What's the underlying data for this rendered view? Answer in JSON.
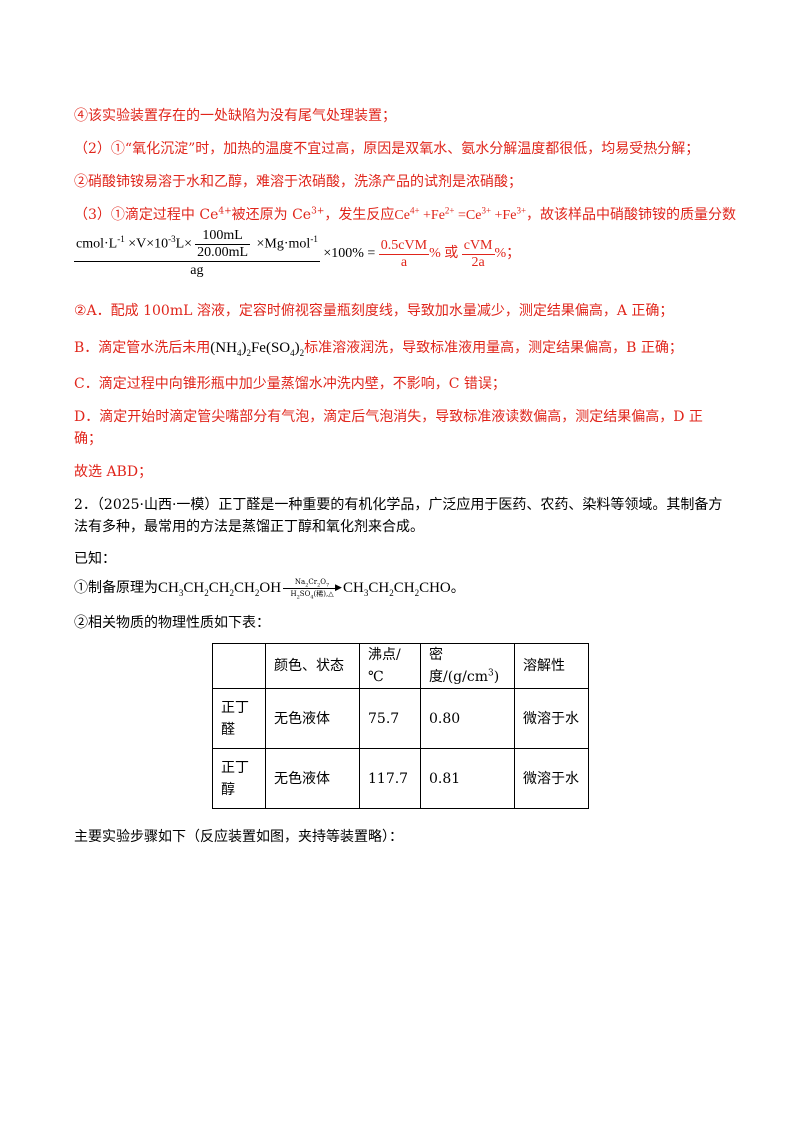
{
  "answer": {
    "l1": "④该实验装置存在的一处缺陷为没有尾气处理装置；",
    "l2": "（2）①“氧化沉淀”时，加热的温度不宜过高，原因是双氧水、氨水分解温度都很低，均易受热分解；",
    "l3": "②硝酸铈铵易溶于水和乙醇，难溶于浓硝酸，洗涤产品的试剂是浓硝酸；",
    "l4a": "（3）①滴定过程中 Ce",
    "l4b": "被还原为 Ce",
    "l4c": "，发生反应",
    "l4d": "，故该样品中硝酸铈铵的质量分数",
    "eq_ce4": "Ce",
    "eq_plus1": " +Fe",
    "eq_eq": " =Ce",
    "eq_plus2": " +Fe",
    "sup4": "4+",
    "sup3": "3+",
    "sup2": "2+",
    "f_num_a": "cmol·L",
    "f_num_a_sup": "-1",
    "f_num_b": " ×V×10",
    "f_num_b_sup": "-3",
    "f_num_c": "L×",
    "f_inner_num": "100mL",
    "f_inner_den": "20.00mL",
    "f_num_d": " ×Mg·mol",
    "f_num_d_sup": "-1",
    "f_den": "ag",
    "f_times": "×100% =",
    "f2_num": "0.5cVM",
    "f2_den": "a",
    "pct1": "%",
    "or": "或",
    "f3_num": "cVM",
    "f3_den": "2a",
    "pct2": "%；",
    "l6": "②A．配成 100mL 溶液，定容时俯视容量瓶刻度线，导致加水量减少，测定结果偏高，A 正确；",
    "l7a": "B．滴定管水洗后未用",
    "l7_formula_a": "(NH",
    "l7_formula_sub4": "4",
    "l7_formula_b": ")",
    "l7_formula_sub2": "2",
    "l7_formula_c": "Fe(SO",
    "l7_formula_sub4b": "4",
    "l7_formula_d": ")",
    "l7_formula_sub2b": "2",
    "l7b": "标准溶液润洗，导致标准液用量高，测定结果偏高，B 正确；",
    "l8": "C．滴定过程中向锥形瓶中加少量蒸馏水冲洗内壁，不影响，C 错误；",
    "l9": "D．滴定开始时滴定管尖嘴部分有气泡，滴定后气泡消失，导致标准液读数偏高，测定结果偏高，D 正",
    "l10": "确；",
    "l11": "故选 ABD；"
  },
  "question": {
    "l1": "2．（2025·山西·一模）正丁醛是一种重要的有机化学品，广泛应用于医药、农药、染料等领域。其制备方",
    "l2": "法有多种，最常用的方法是蒸馏正丁醇和氧化剂来合成。",
    "known": "已知：",
    "principle_prefix": "①制备原理为",
    "reactant": "CH3CH2CH2CH2OH",
    "arrow_above": "Na2Cr2O7",
    "arrow_below": "H2SO4(稀),△",
    "product": "CH3CH2CH2CHO",
    "principle_end": "。",
    "table_intro": "②相关物质的物理性质如下表：",
    "steps": "主要实验步骤如下（反应装置如图，夹持等装置略）："
  },
  "table": {
    "headers": [
      "",
      "颜色、状态",
      "沸点/℃",
      "密度/(g/cm",
      "溶解性"
    ],
    "density_sup": "3",
    "density_close": ")",
    "rows": [
      [
        "正丁醛",
        "无色液体",
        "75.7",
        "0.80",
        "微溶于水"
      ],
      [
        "正丁醇",
        "无色液体",
        "117.7",
        "0.81",
        "微溶于水"
      ]
    ]
  },
  "colors": {
    "answer_text": "#e0251b",
    "body_text": "#000000"
  }
}
